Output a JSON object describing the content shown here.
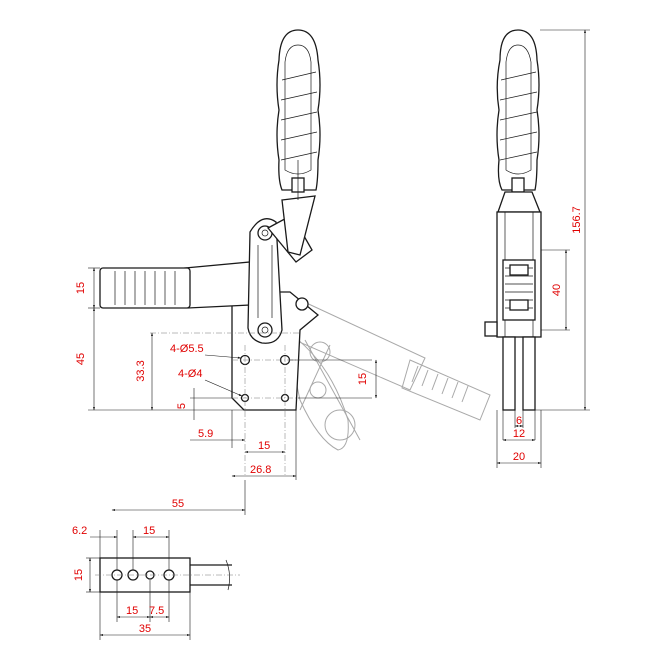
{
  "drawing": {
    "side_view_dimensions": {
      "handle_thickness": "15",
      "height_to_handle": "45",
      "hole_height": "33.3",
      "mount_hole_large": "4-Ø5.5",
      "mount_hole_small": "4-Ø4",
      "hole_offset_vertical": "5",
      "hole_offset_horizontal": "5.9",
      "hole_spacing_horizontal": "15",
      "base_width": "26.8",
      "hole_spacing_vertical": "15",
      "reach": "55"
    },
    "front_view_dimensions": {
      "overall_height": "156.7",
      "clamp_height": "40",
      "inner_gap": "6",
      "body_width": "12",
      "base_width": "20"
    },
    "handle_view_dimensions": {
      "edge_offset": "6.2",
      "hole_pitch_top": "15",
      "bar_height": "15",
      "hole_pitch_bottom": "15",
      "hole_offset": "7.5",
      "bar_length": "35"
    }
  }
}
